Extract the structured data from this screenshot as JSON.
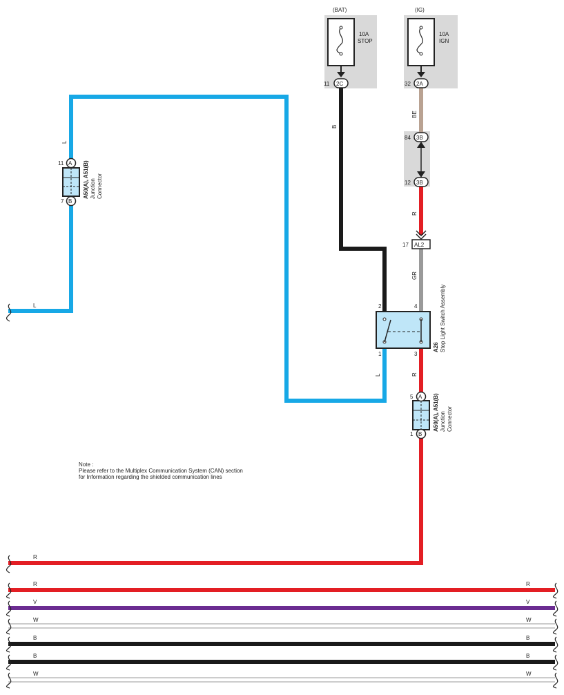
{
  "power": {
    "bat_label": "(BAT)",
    "ig_label": "(IG)",
    "fuse_stop_rating": "10A",
    "fuse_stop_name": "STOP",
    "fuse_ign_rating": "10A",
    "fuse_ign_name": "IGN"
  },
  "pins": {
    "p11": "11",
    "c2c": "2C",
    "p32": "32",
    "c2a": "2A",
    "p84": "84",
    "c3b_top": "3B",
    "p12": "12",
    "c3b_bottom": "3B",
    "p17": "17",
    "cal2": "AL2",
    "sw2": "2",
    "sw4": "4",
    "sw1": "1",
    "sw3": "3",
    "jl_11": "11",
    "jl_a": "A",
    "jl_7": "7",
    "jl_b": "B",
    "jr_5": "5",
    "jr_a": "A",
    "jr_1": "1",
    "jr_b": "B"
  },
  "wires": {
    "b": "B",
    "be": "BE",
    "r_upper": "R",
    "gr": "GR",
    "r_lower": "R",
    "l_switch": "L",
    "l_left_vertical": "L",
    "l_left_horizontal": "L",
    "r_bottom": "R"
  },
  "components": {
    "junction_left_code": "A50(A), A51(B)",
    "junction_left_line1": "Junction",
    "junction_left_line2": "Connector",
    "switch_code": "A26",
    "switch_name": "Stop Light Switch Assembly",
    "junction_right_code": "A50(A), A51(B)",
    "junction_right_line1": "Junction",
    "junction_right_line2": "Connector"
  },
  "note": {
    "line1": "Note :",
    "line2": "Please refer to the Multiplex Communication System (CAN) section",
    "line3": "for Information regarding the shielded communication lines"
  },
  "bus": [
    {
      "left": "R",
      "right": "R",
      "color": "#e31e24"
    },
    {
      "left": "V",
      "right": "V",
      "color": "#6b2c91"
    },
    {
      "left": "W",
      "right": "W",
      "color": "#ffffff"
    },
    {
      "left": "B",
      "right": "B",
      "color": "#1a1a1a"
    },
    {
      "left": "B",
      "right": "B",
      "color": "#1a1a1a"
    },
    {
      "left": "W",
      "right": "W",
      "color": "#ffffff"
    }
  ],
  "colors": {
    "blue_wire": "#17a8e6",
    "black_wire": "#1a1a1a",
    "red_wire": "#e31e24",
    "tan_wire": "#b9a292",
    "gray_wire": "#9a9a9a",
    "violet_wire": "#6b2c91",
    "box_fill": "#d9d9d9",
    "connector_fill": "#bfe6f8"
  }
}
